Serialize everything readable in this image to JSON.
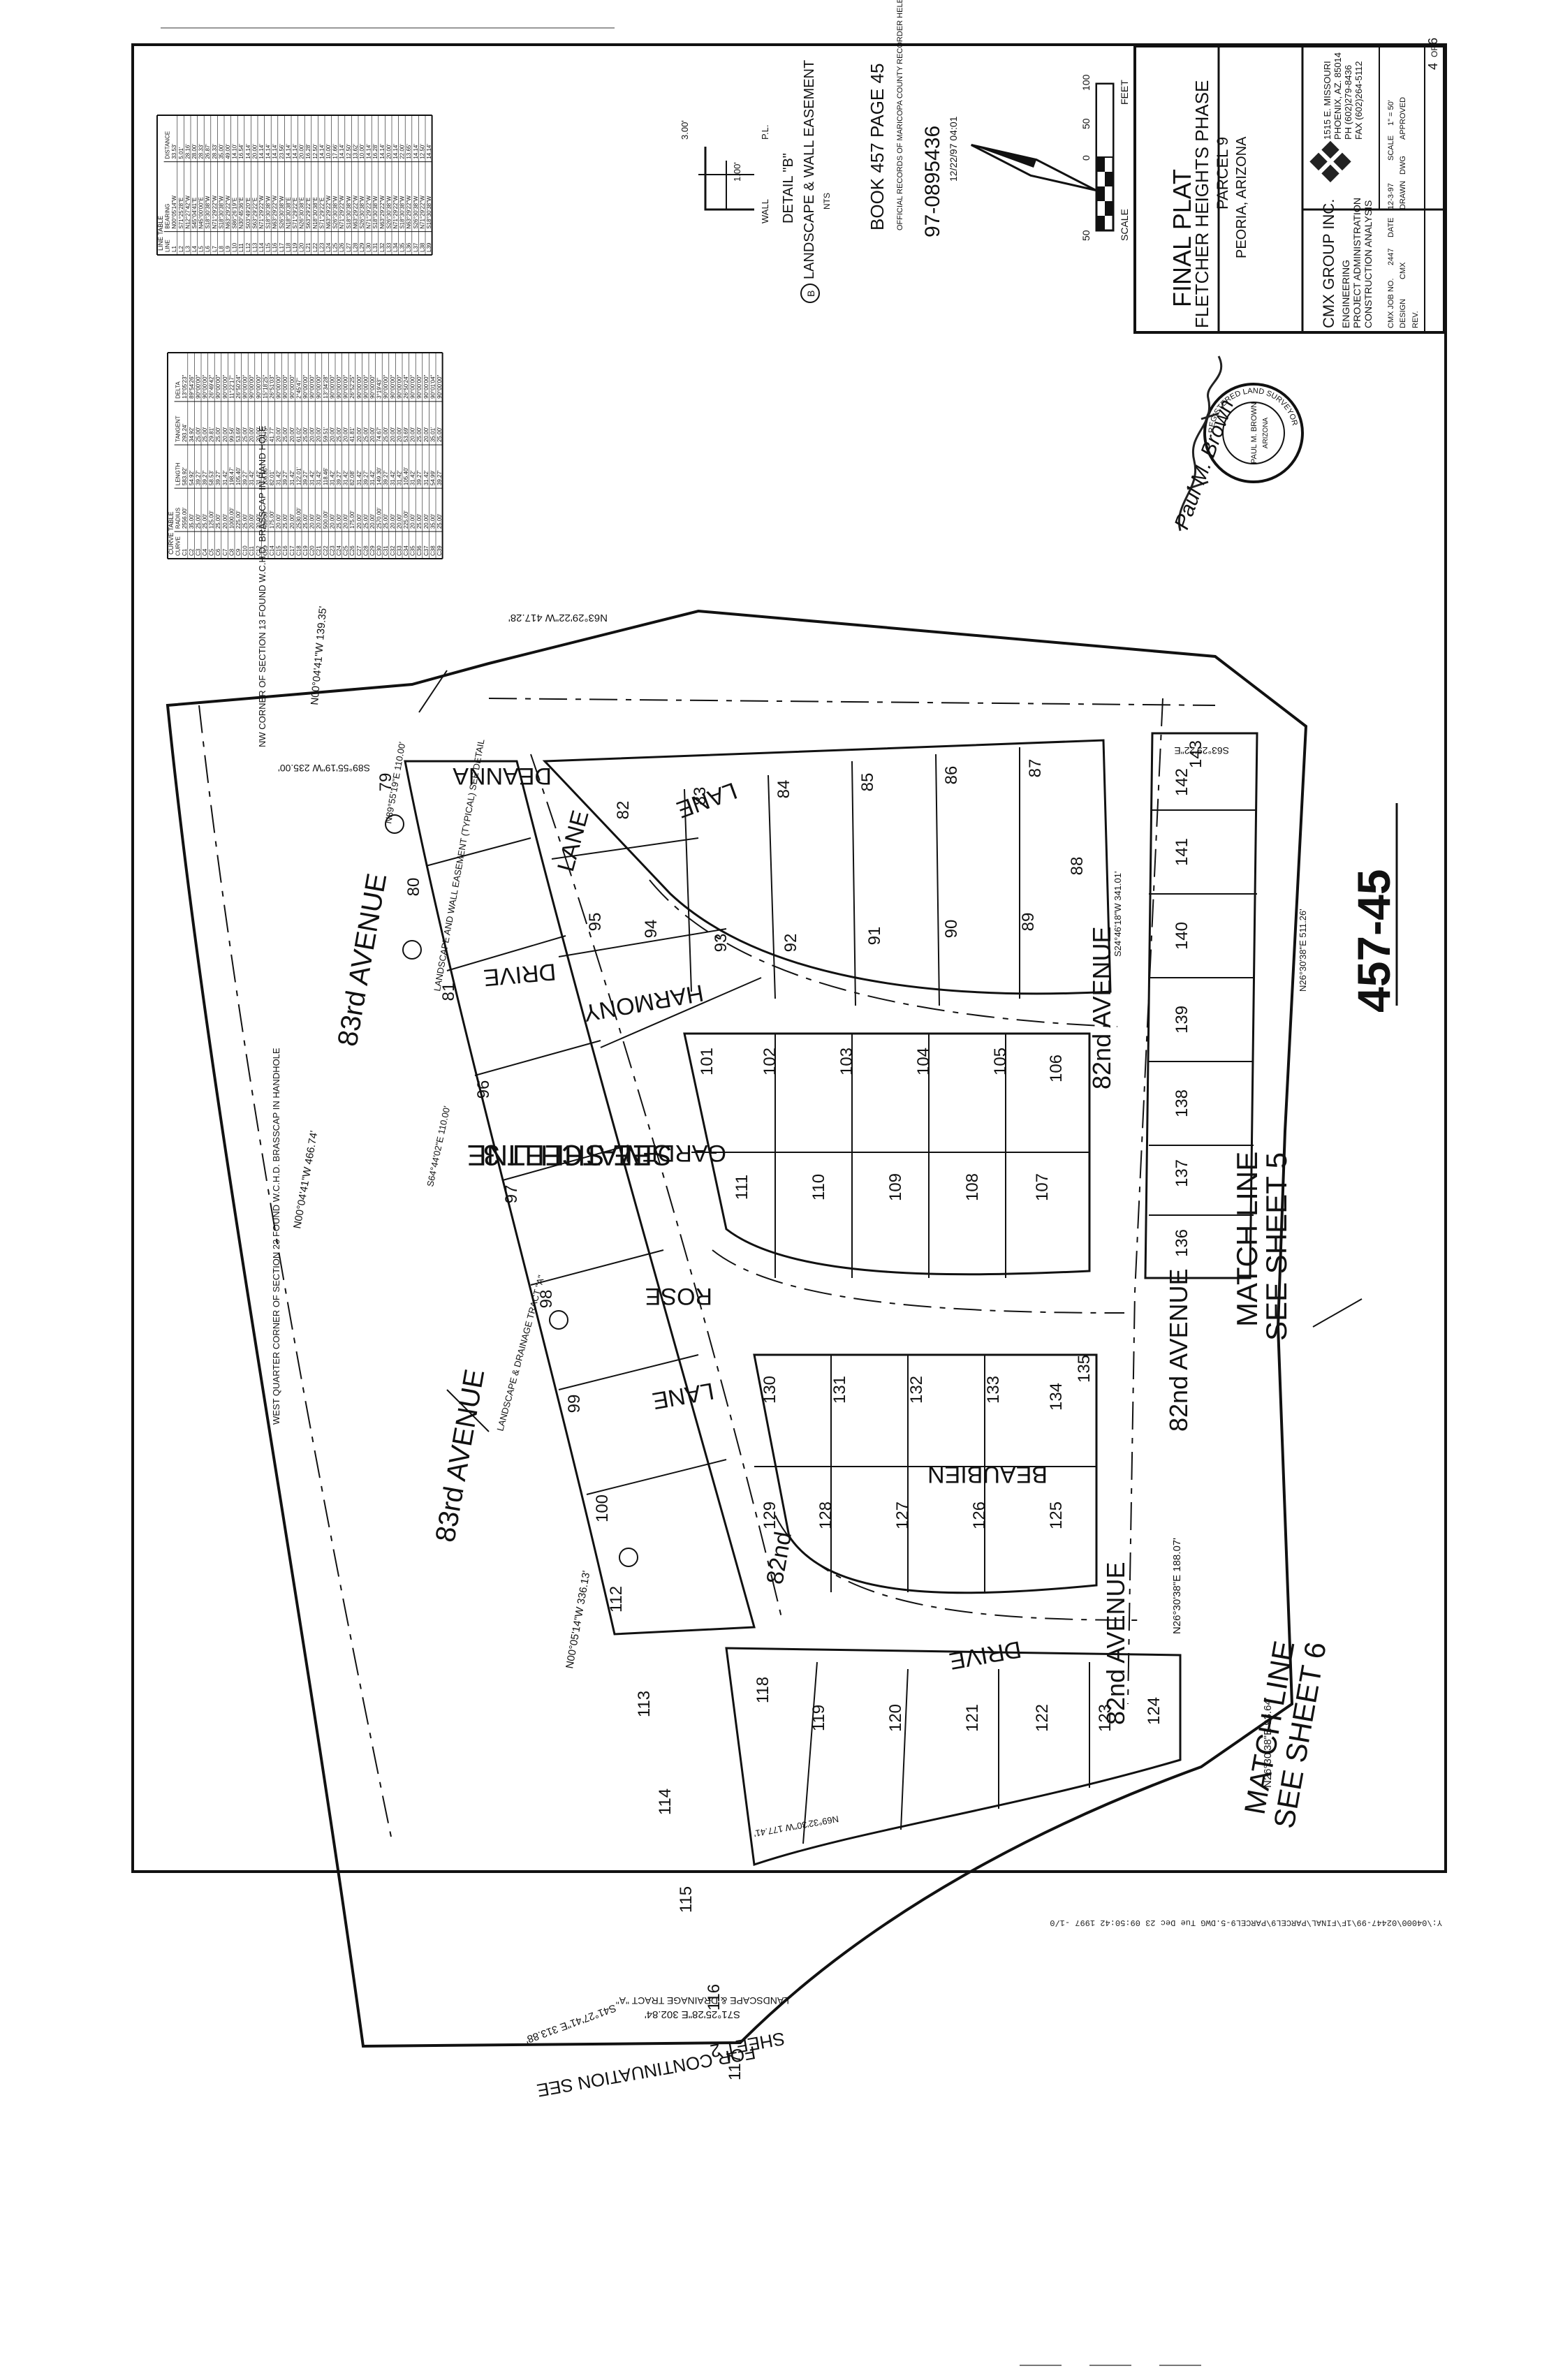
{
  "sheet": {
    "page_code": "457-45",
    "plot_stamp": "Y:\\04000\\02447-99\\1F\\FINAL\\PARCEL9\\PARCEL9-5.DWG   Tue Dec 23 09:50:42 1997 -1/0"
  },
  "title_block": {
    "title": "FINAL PLAT",
    "subtitle": "FLETCHER HEIGHTS PHASE",
    "parcel": "PARCEL 9",
    "location": "PEORIA, ARIZONA",
    "firm": "CMX GROUP INC.",
    "services": [
      "ENGINEERING",
      "PROJECT ADMINISTRATION",
      "CONSTRUCTION ANALYSIS"
    ],
    "address": [
      "1515 E. MISSOURI",
      "PHOENIX, AZ. 85014",
      "PH (602)279-8436",
      "FAX (602)264-5112"
    ],
    "fields": [
      {
        "label": "CMX JOB NO.",
        "value": "2447"
      },
      {
        "label": "DATE",
        "value": "12-3-97"
      },
      {
        "label": "SCALE",
        "value": "1\" = 50'"
      },
      {
        "label": "DESIGN",
        "value": "CMX"
      },
      {
        "label": "DRAWN",
        "value": "DWG"
      },
      {
        "label": "APPROVED",
        "value": ""
      }
    ],
    "sheet_of": [
      "4",
      "OF",
      "6"
    ],
    "rev_label": "REV."
  },
  "recording": {
    "book": "BOOK 457 PAGE 45",
    "official": "OFFICIAL RECORDS OF MARICOPA COUNTY RECORDER HELEN PURCELL",
    "doc_no": "97-0895436",
    "date": "12/22/97  04:01"
  },
  "detail": {
    "title": "DETAIL \"B\"",
    "subtitle": "LANDSCAPE & WALL EASEMENT",
    "scale": "NTS",
    "callouts": [
      "3.00'",
      "1.00'",
      "WALL",
      "P.L."
    ]
  },
  "scale_bar": {
    "ticks": [
      "50",
      "0",
      "50",
      "100"
    ],
    "unit": "FEET",
    "caption": "SCALE"
  },
  "seal": {
    "ring": "REGISTERED LAND SURVEYOR",
    "name": "PAUL M. BROWN",
    "state": "ARIZONA",
    "signature": "Paul M. Brown"
  },
  "streets": [
    {
      "name": "83rd AVENUE"
    },
    {
      "name": "83rd AVENUE"
    },
    {
      "name": "82nd AVENUE"
    },
    {
      "name": "82nd AVENUE"
    },
    {
      "name": "HARMONY"
    },
    {
      "name": "LANE"
    },
    {
      "name": "ROSE"
    },
    {
      "name": "GARDEN"
    },
    {
      "name": "LANE"
    },
    {
      "name": "DEANNA"
    },
    {
      "name": "DRIVE"
    },
    {
      "name": "BEAUBIEN"
    },
    {
      "name": "DRIVE"
    },
    {
      "name": "82nd"
    },
    {
      "name": "LANE"
    },
    {
      "name": "82nd AVENUE"
    }
  ],
  "match_lines": [
    {
      "line": "MATCH LINE",
      "ref": "SEE SHEET 3"
    },
    {
      "line": "MATCH LINE",
      "ref": "SEE SHEET 5"
    },
    {
      "line": "MATCH LINE",
      "ref": "SEE SHEET 6"
    },
    {
      "line": "FOR CONTINUATION SEE",
      "ref": "SHEET 2"
    }
  ],
  "notes": [
    "NW CORNER OF SECTION 13 FOUND W.C.H.D. BRASSCAP IN HAND HOLE",
    "WEST QUARTER CORNER OF SECTION 23 FOUND W.C.H.D. BRASSCAP IN HANDHOLE",
    "LANDSCAPE & DRAINAGE TRACT \"A\"",
    "LANDSCAPE & DRAINAGE TRACT \"A\"",
    "LANDSCAPE AND WALL EASEMENT (TYPICAL) SEE DETAIL"
  ],
  "bearings": [
    "N00°04'41\"W 139.35'",
    "N00°04'41\"W 466.74'",
    "N00°05'14\"W 336.13'",
    "S89°55'19\"W 235.00'",
    "N63°29'22\"W 417.28'",
    "S63°29'22\"E",
    "N26°30'38\"E 188.07'",
    "N26°30'38\"E 93.64'",
    "S71°25'28\"E 302.84'",
    "S41°27'41\"E 313.88'",
    "N89°55'19\"E 110.00'",
    "N69°32'30\"W 177.41'",
    "S64°44'02\"E 110.00'",
    "S24°46'18\"W 341.01'",
    "N26°30'38\"E 511.26'"
  ],
  "lots": [
    "79",
    "80",
    "81",
    "82",
    "83",
    "84",
    "85",
    "86",
    "87",
    "88",
    "89",
    "90",
    "91",
    "92",
    "93",
    "94",
    "95",
    "96",
    "97",
    "98",
    "99",
    "100",
    "101",
    "102",
    "103",
    "104",
    "105",
    "106",
    "107",
    "108",
    "109",
    "110",
    "111",
    "112",
    "113",
    "114",
    "115",
    "116",
    "117",
    "118",
    "119",
    "120",
    "121",
    "122",
    "123",
    "124",
    "125",
    "126",
    "127",
    "128",
    "129",
    "130",
    "131",
    "132",
    "133",
    "134",
    "135",
    "136",
    "137",
    "138",
    "139",
    "140",
    "141",
    "142",
    "143"
  ],
  "line_table": {
    "title": "LINE TABLE",
    "headers": [
      "LINE",
      "BEARING",
      "DISTANCE"
    ],
    "rows": [
      [
        "L1",
        "N00°05'14\"W",
        "33.53'"
      ],
      [
        "L2",
        "S71°25'28\"E",
        "5.01'"
      ],
      [
        "L3",
        "N12°27'42\"W",
        "28.16'"
      ],
      [
        "L4",
        "S45°04'41\"E",
        "28.00'"
      ],
      [
        "L5",
        "N45°00'00\"E",
        "28.33'"
      ],
      [
        "L6",
        "S18°30'38\"W",
        "26.87'"
      ],
      [
        "L7",
        "N71°29'22\"W",
        "28.33'"
      ],
      [
        "L8",
        "S18°30'38\"W",
        "35.00'"
      ],
      [
        "L9",
        "N63°29'22\"W",
        "49.00'"
      ],
      [
        "L10",
        "S86°26'19\"E",
        "14.10'"
      ],
      [
        "L11",
        "N30°45'36\"E",
        "16.54'"
      ],
      [
        "L12",
        "S03°49'20\"E",
        "14.14'"
      ],
      [
        "L13",
        "S63°29'22\"E",
        "20.00'"
      ],
      [
        "L14",
        "N71°29'22\"W",
        "14.14'"
      ],
      [
        "L15",
        "S18°30'38\"W",
        "14.14'"
      ],
      [
        "L16",
        "N63°29'22\"W",
        "14.14'"
      ],
      [
        "L17",
        "S26°30'38\"W",
        "23.56'"
      ],
      [
        "L18",
        "N18°30'38\"E",
        "14.14'"
      ],
      [
        "L19",
        "S71°29'22\"E",
        "14.14'"
      ],
      [
        "L20",
        "N26°30'38\"E",
        "20.00'"
      ],
      [
        "L21",
        "S63°29'22\"E",
        "16.28'"
      ],
      [
        "L22",
        "N18°30'38\"E",
        "12.50'"
      ],
      [
        "L23",
        "S71°29'22\"E",
        "14.14'"
      ],
      [
        "L24",
        "N63°29'22\"W",
        "10.00'"
      ],
      [
        "L25",
        "S26°30'38\"W",
        "17.66'"
      ],
      [
        "L26",
        "N71°29'22\"W",
        "14.14'"
      ],
      [
        "L27",
        "S18°30'38\"W",
        "12.50'"
      ],
      [
        "L28",
        "N63°29'22\"W",
        "13.62'"
      ],
      [
        "L29",
        "S26°30'38\"W",
        "10.00'"
      ],
      [
        "L30",
        "N71°29'22\"W",
        "14.14'"
      ],
      [
        "L31",
        "S18°30'38\"W",
        "16.28'"
      ],
      [
        "L32",
        "N63°29'22\"W",
        "14.14'"
      ],
      [
        "L33",
        "S26°30'38\"W",
        "20.00'"
      ],
      [
        "L34",
        "N71°29'22\"W",
        "14.14'"
      ],
      [
        "L35",
        "S18°30'38\"W",
        "22.00'"
      ],
      [
        "L36",
        "N63°29'22\"W",
        "13.65'"
      ],
      [
        "L37",
        "S26°30'38\"W",
        "14.14'"
      ],
      [
        "L38",
        "N71°29'22\"W",
        "12.50'"
      ],
      [
        "L39",
        "S18°30'38\"W",
        "14.14'"
      ]
    ]
  },
  "curve_table": {
    "title": "CURVE TABLE",
    "headers": [
      "CURVE",
      "RADIUS",
      "LENGTH",
      "TANGENT",
      "DELTA"
    ],
    "rows": [
      [
        "C1",
        "2556.00'",
        "583.92'",
        "293.24'",
        "13°05'23\""
      ],
      [
        "C2",
        "35.00'",
        "54.92'",
        "34.92'",
        "89°54'26\""
      ],
      [
        "C3",
        "25.00'",
        "39.27'",
        "25.00'",
        "90°00'00\""
      ],
      [
        "C4",
        "25.00'",
        "39.27'",
        "25.00'",
        "90°00'00\""
      ],
      [
        "C5",
        "125.00'",
        "58.53'",
        "29.81'",
        "26°49'42\""
      ],
      [
        "C6",
        "25.00'",
        "39.27'",
        "25.00'",
        "90°00'00\""
      ],
      [
        "C7",
        "20.00'",
        "31.42'",
        "20.00'",
        "90°00'00\""
      ],
      [
        "C8",
        "1000.00'",
        "198.47'",
        "99.56'",
        "11°22'17\""
      ],
      [
        "C9",
        "225.00'",
        "105.40'",
        "53.69'",
        "26°50'24\""
      ],
      [
        "C10",
        "25.00'",
        "39.27'",
        "25.00'",
        "90°00'00\""
      ],
      [
        "C11",
        "20.00'",
        "31.42'",
        "20.00'",
        "90°00'00\""
      ],
      [
        "C12",
        "20.00'",
        "31.42'",
        "20.00'",
        "90°00'00\""
      ],
      [
        "C13",
        "400.00'",
        "106.86'",
        "53.75'",
        "15°18'25\""
      ],
      [
        "C14",
        "175.00'",
        "82.01'",
        "41.77'",
        "26°51'03\""
      ],
      [
        "C15",
        "20.00'",
        "31.42'",
        "20.00'",
        "90°00'00\""
      ],
      [
        "C16",
        "25.00'",
        "39.27'",
        "25.00'",
        "90°00'00\""
      ],
      [
        "C17",
        "20.00'",
        "31.42'",
        "20.00'",
        "90°00'00\""
      ],
      [
        "C18",
        "2530.00'",
        "122.01'",
        "61.02'",
        "2°45'47\""
      ],
      [
        "C19",
        "25.00'",
        "39.27'",
        "25.00'",
        "90°00'00\""
      ],
      [
        "C20",
        "20.00'",
        "31.42'",
        "20.00'",
        "90°00'00\""
      ],
      [
        "C21",
        "20.00'",
        "31.42'",
        "20.00'",
        "90°00'00\""
      ],
      [
        "C22",
        "500.00'",
        "118.46'",
        "59.51'",
        "13°34'28\""
      ],
      [
        "C23",
        "20.00'",
        "31.42'",
        "20.00'",
        "90°00'00\""
      ],
      [
        "C24",
        "25.00'",
        "39.27'",
        "25.00'",
        "90°00'00\""
      ],
      [
        "C25",
        "20.00'",
        "31.42'",
        "20.00'",
        "90°00'00\""
      ],
      [
        "C26",
        "175.00'",
        "82.08'",
        "41.81'",
        "26°52'25\""
      ],
      [
        "C27",
        "20.00'",
        "31.42'",
        "20.00'",
        "90°00'00\""
      ],
      [
        "C28",
        "25.00'",
        "39.27'",
        "25.00'",
        "90°00'00\""
      ],
      [
        "C29",
        "20.00'",
        "31.42'",
        "20.00'",
        "90°00'00\""
      ],
      [
        "C30",
        "2570.00'",
        "149.30'",
        "74.67'",
        "3°19'43\""
      ],
      [
        "C31",
        "25.00'",
        "39.27'",
        "25.00'",
        "90°00'00\""
      ],
      [
        "C32",
        "20.00'",
        "31.42'",
        "20.00'",
        "90°00'00\""
      ],
      [
        "C33",
        "20.00'",
        "31.42'",
        "20.00'",
        "90°00'00\""
      ],
      [
        "C34",
        "225.00'",
        "105.40'",
        "53.69'",
        "26°50'24\""
      ],
      [
        "C35",
        "20.00'",
        "31.42'",
        "20.00'",
        "90°00'00\""
      ],
      [
        "C36",
        "25.00'",
        "39.27'",
        "25.00'",
        "90°00'00\""
      ],
      [
        "C37",
        "20.00'",
        "31.42'",
        "20.00'",
        "90°00'00\""
      ],
      [
        "C38",
        "35.00'",
        "54.99'",
        "35.01'",
        "90°01'04\""
      ],
      [
        "C39",
        "25.00'",
        "39.27'",
        "25.00'",
        "90°00'00\""
      ]
    ]
  }
}
